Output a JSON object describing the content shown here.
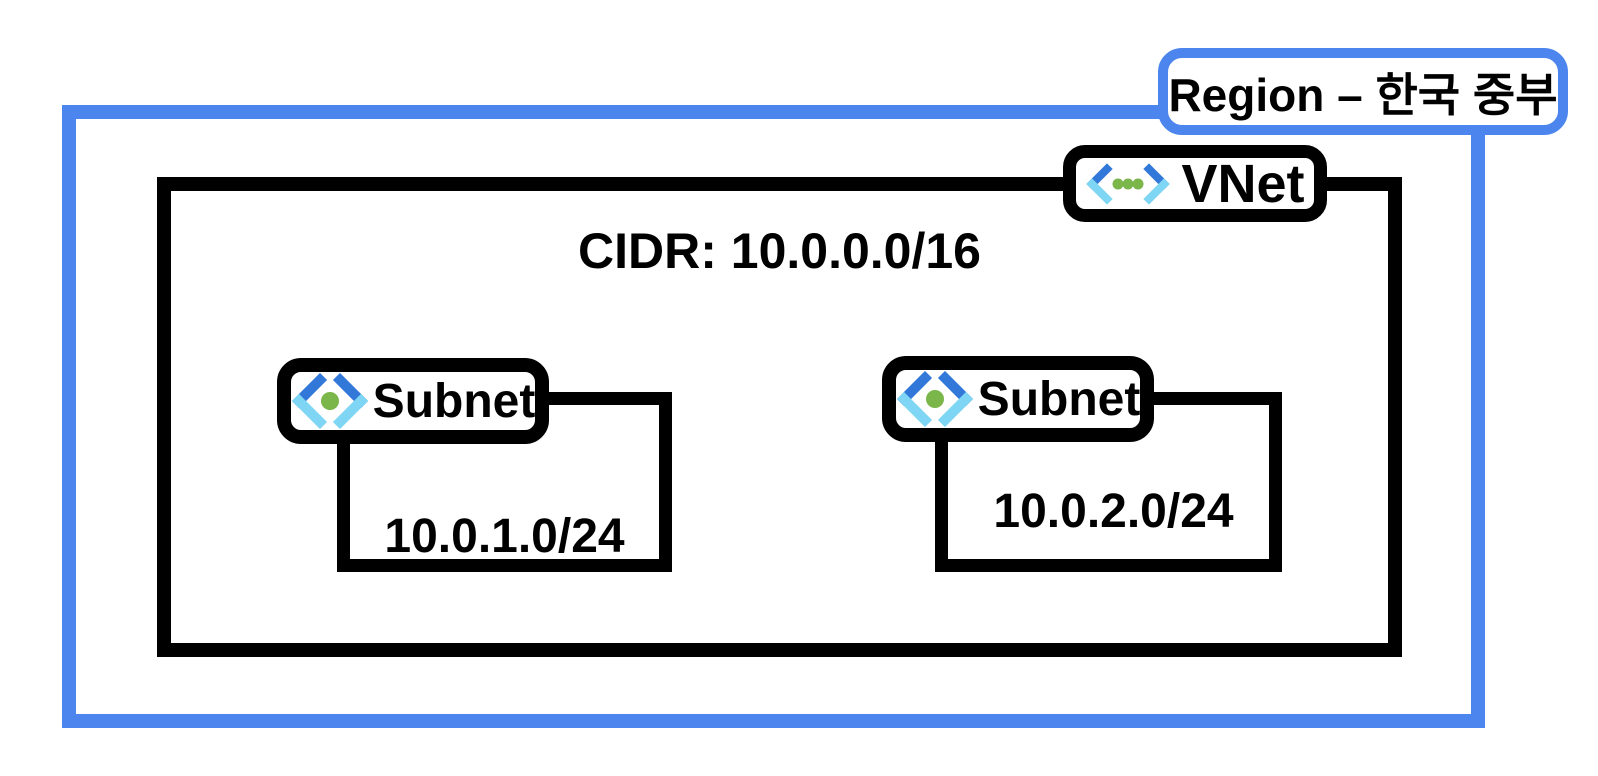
{
  "region": {
    "label": "Region – 한국 중부"
  },
  "vnet": {
    "label": "VNet",
    "cidr": "CIDR: 10.0.0.0/16"
  },
  "subnets": [
    {
      "label": "Subnet",
      "cidr": "10.0.1.0/24"
    },
    {
      "label": "Subnet",
      "cidr": "10.0.2.0/24"
    }
  ],
  "icons": {
    "vnet_icon": "azure-virtual-network-chevrons-with-three-dots",
    "subnet_icon": "azure-subnet-chevrons-with-one-dot"
  },
  "colors": {
    "region_border": "#4c85ee",
    "box_border": "#000000",
    "icon_chevron_blue": "#3278d8",
    "icon_chevron_cyan": "#7fd6f4",
    "icon_dot_green": "#7ab64a",
    "text": "#000000",
    "background": "#ffffff"
  }
}
